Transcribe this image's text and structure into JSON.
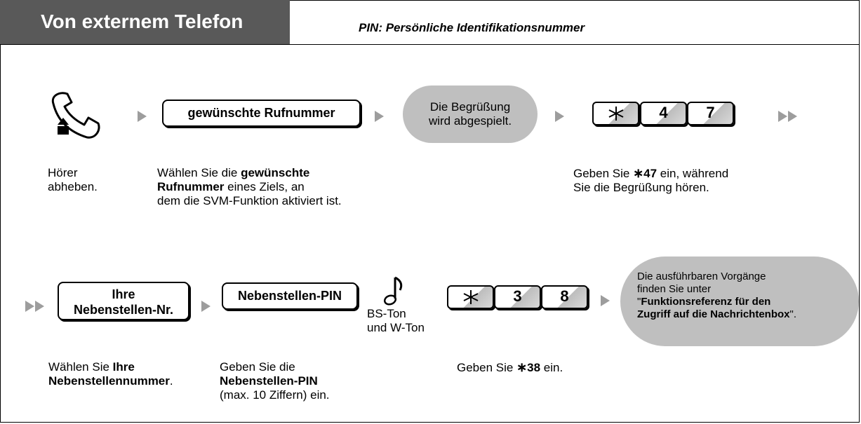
{
  "header": {
    "title": "Von externem Telefon",
    "subtitle": "PIN: Persönliche Identifikationsnummer"
  },
  "row1": {
    "dial_box": "gewünschte Rufnummer",
    "bubble": [
      "Die Begrüßung",
      "wird abgespielt."
    ],
    "keys": [
      "4",
      "7"
    ],
    "desc_handset": [
      "Hörer",
      "abheben."
    ],
    "desc_dial": {
      "l1a": "Wählen Sie die ",
      "l1b": "gewünschte",
      "l2a": "Rufnummer",
      "l2b": " eines Ziels, an",
      "l3": "dem die SVM-Funktion aktiviert ist."
    },
    "desc_keys": {
      "l1a": "Geben Sie ",
      "l1b": "47",
      "l1c": " ein, während",
      "l2": "Sie die Begrüßung hören."
    }
  },
  "row2": {
    "ext_box": [
      "Ihre",
      "Nebenstellen-Nr."
    ],
    "pin_box": "Nebenstellen-PIN",
    "tone_label": [
      "BS-Ton",
      "und W-Ton"
    ],
    "keys": [
      "3",
      "8"
    ],
    "bubble": {
      "l1": "Die ausführbaren Vorgänge",
      "l2": "finden Sie unter",
      "l3a": "\"",
      "l3b": "Funktionsreferenz für den",
      "l4b": "Zugriff auf die Nachrichtenbox",
      "l4c": "\"."
    },
    "desc_ext": {
      "l1a": "Wählen Sie ",
      "l1b": "Ihre",
      "l2a": "Nebenstellennummer",
      "l2b": "."
    },
    "desc_pin": {
      "l1": "Geben Sie die",
      "l2": "Nebenstellen-PIN",
      "l3": "(max. 10 Ziffern) ein."
    },
    "desc_keys": {
      "l1a": "Geben Sie ",
      "l1b": "38",
      "l1c": " ein."
    }
  },
  "colors": {
    "header_bg": "#595959",
    "arrow": "#9d9d9d",
    "bubble": "#bfbfbf"
  },
  "icons": [
    "handset-off-hook-icon",
    "star-key-icon",
    "music-note-icon",
    "play-arrow-icon",
    "double-arrow-icon"
  ]
}
